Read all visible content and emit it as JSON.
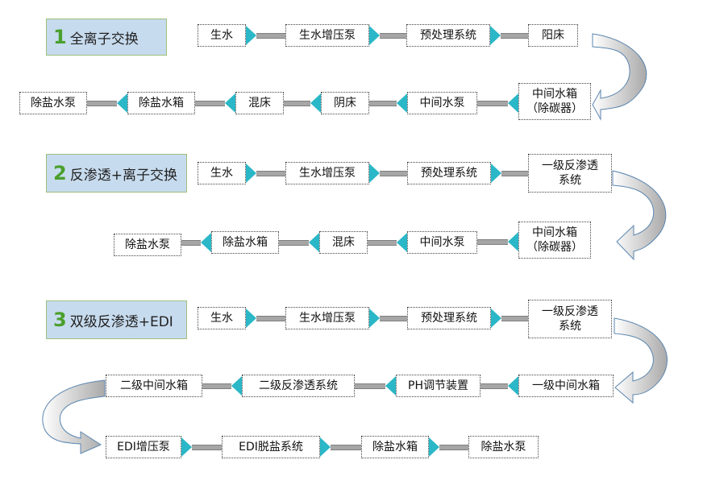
{
  "sections": [
    {
      "num": "1",
      "title": "全离子交换",
      "row1": [
        "生水",
        "生水增压泵",
        "预处理系统",
        "阳床"
      ],
      "row2_right_to_left": [
        "中间水箱\n（除碳器）",
        "中间水泵",
        "阴床",
        "混床",
        "除盐水箱",
        "除盐水泵"
      ]
    },
    {
      "num": "2",
      "title": "反渗透+离子交换",
      "row1": [
        "生水",
        "生水增压泵",
        "预处理系统",
        "一级反渗透\n系统"
      ],
      "row2_right_to_left": [
        "中间水箱\n（除碳器）",
        "中间水泵",
        "混床",
        "除盐水箱",
        "除盐水泵"
      ]
    },
    {
      "num": "3",
      "title": "双级反渗透+EDI",
      "row1": [
        "生水",
        "生水增压泵",
        "预处理系统",
        "一级反渗透\n系统"
      ],
      "row2_right_to_left": [
        "一级中间水箱",
        "PH调节装置",
        "二级反渗透系统",
        "二级中间水箱"
      ],
      "row3": [
        "EDI增压泵",
        "EDI脱盐系统",
        "除盐水箱",
        "除盐水泵"
      ]
    }
  ],
  "colors": {
    "arrow_tip": "#2ab7c7",
    "connector": "#a6a6a6",
    "label_bg": "#c7dbee",
    "number": "#4aa02c"
  }
}
